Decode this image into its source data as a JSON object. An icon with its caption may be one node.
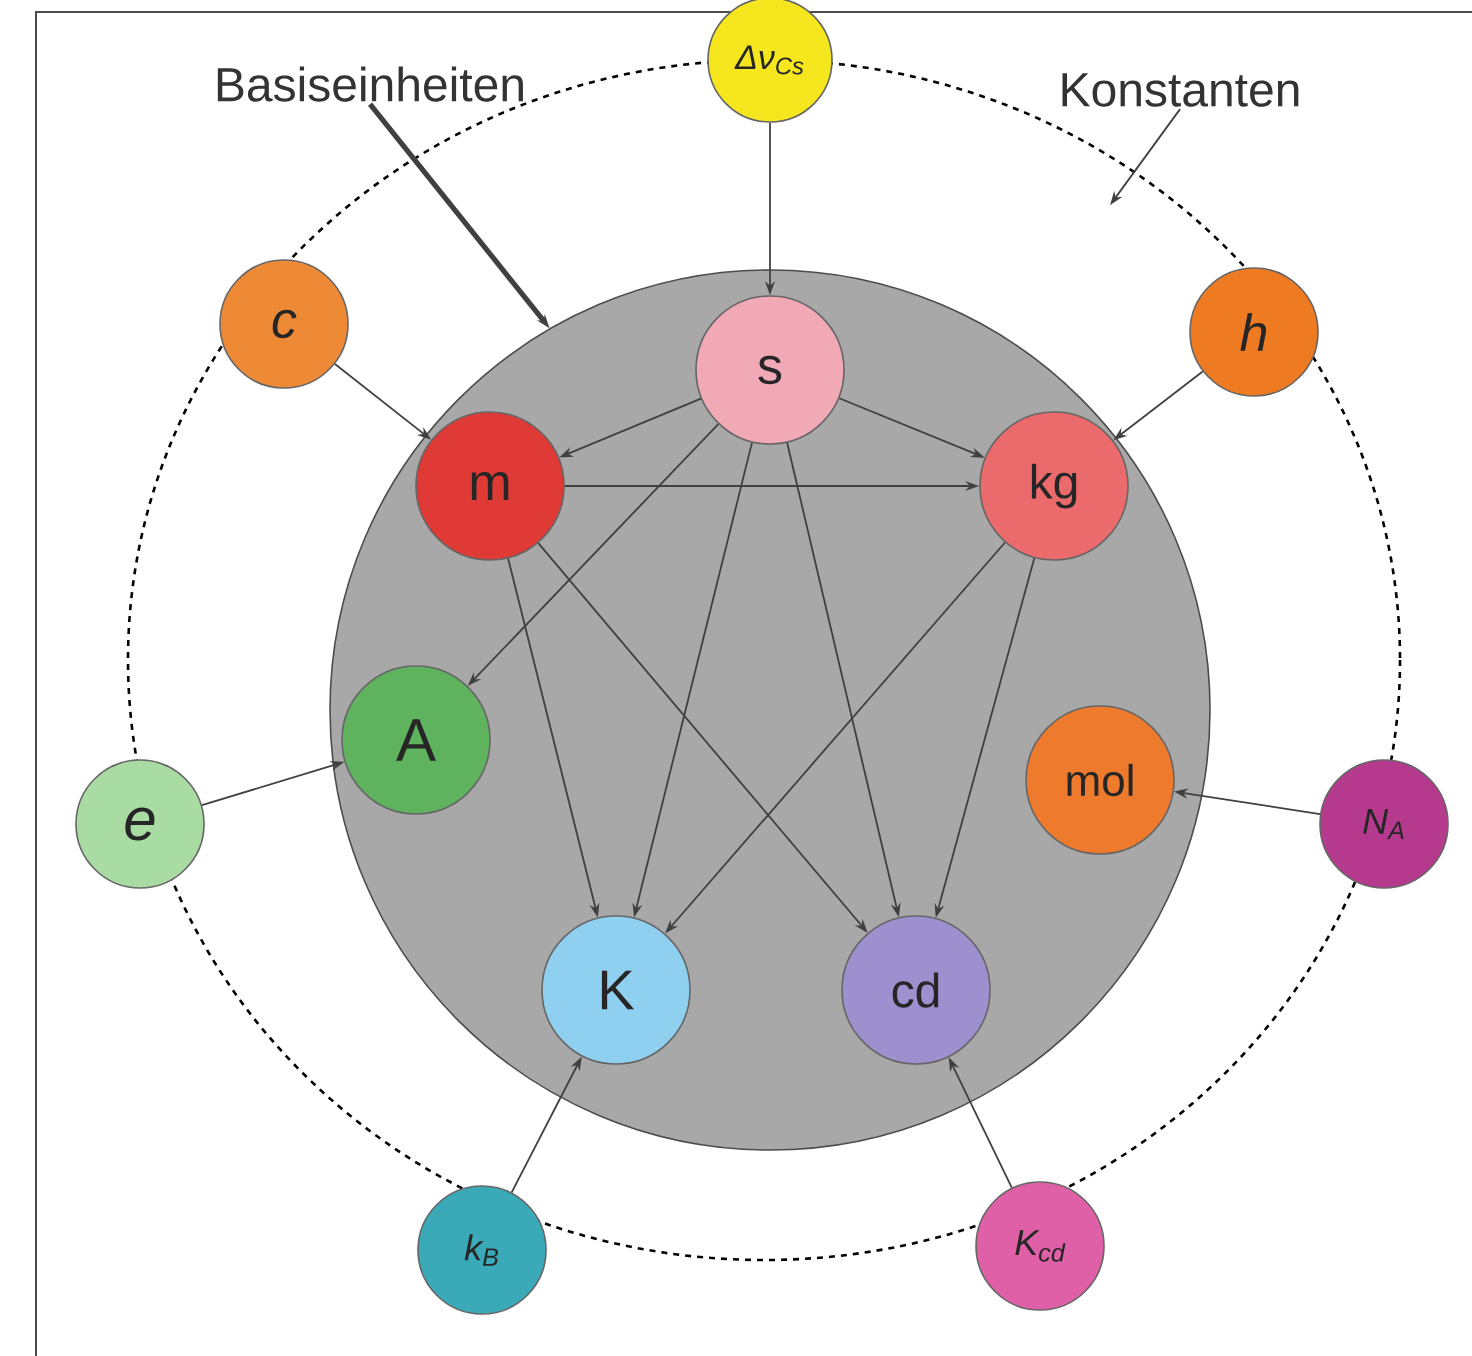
{
  "diagram": {
    "nodes": [
      {
        "text": [
          "Basiseinheiten"
        ]
      },
      {
        "text": [
          "Δν$_{Cs}$"
        ]
      },
      {
        "text": [
          "Konstanten"
        ]
      },
      {
        "text": [
          "c"
        ]
      },
      {
        "text": [
          "h"
        ]
      },
      {
        "text": [],
        "shape": "circle"
      },
      {
        "text": [
          "s"
        ],
        "in": 5
      },
      {
        "text": [
          "m"
        ],
        "in": 5
      },
      {
        "text": [
          "kg"
        ],
        "in": 5
      },
      {
        "text": [
          "A"
        ],
        "in": 5
      },
      {
        "text": [
          "mol"
        ],
        "in": 5
      },
      {
        "text": [
          "e"
        ]
      },
      {
        "text": [
          "N$_{A}$"
        ]
      },
      {
        "text": [
          "K"
        ],
        "in": 5
      },
      {
        "text": [
          "cd"
        ],
        "in": 5
      },
      {
        "text": [
          "k$_{B}$"
        ]
      },
      {
        "text": [
          "K$_{cd}$"
        ]
      }
    ],
    "edges": [
      {
        "from": 0,
        "to": 5,
        "arrow": "to",
        "style": "thick"
      },
      {
        "from": 2,
        "to": null,
        "arrow": "to"
      },
      {
        "from": 1,
        "to": 6,
        "arrow": "to"
      },
      {
        "from": 3,
        "to": 7,
        "arrow": "to"
      },
      {
        "from": 4,
        "to": 8,
        "arrow": "to"
      },
      {
        "from": 11,
        "to": 9,
        "arrow": "to"
      },
      {
        "from": 12,
        "to": 10,
        "arrow": "to"
      },
      {
        "from": 15,
        "to": 13,
        "arrow": "to"
      },
      {
        "from": 16,
        "to": 14,
        "arrow": "to"
      },
      {
        "from": 6,
        "to": 7,
        "arrow": "to"
      },
      {
        "from": 6,
        "to": 8,
        "arrow": "to"
      },
      {
        "from": 6,
        "to": 9,
        "arrow": "to"
      },
      {
        "from": 6,
        "to": 13,
        "arrow": "to"
      },
      {
        "from": 6,
        "to": 14,
        "arrow": "to"
      },
      {
        "from": 7,
        "to": 8,
        "arrow": "to"
      },
      {
        "from": 7,
        "to": 13,
        "arrow": "to"
      },
      {
        "from": 7,
        "to": 14,
        "arrow": "to"
      },
      {
        "from": 8,
        "to": 13,
        "arrow": "to"
      },
      {
        "from": 8,
        "to": 14,
        "arrow": "to"
      }
    ]
  }
}
